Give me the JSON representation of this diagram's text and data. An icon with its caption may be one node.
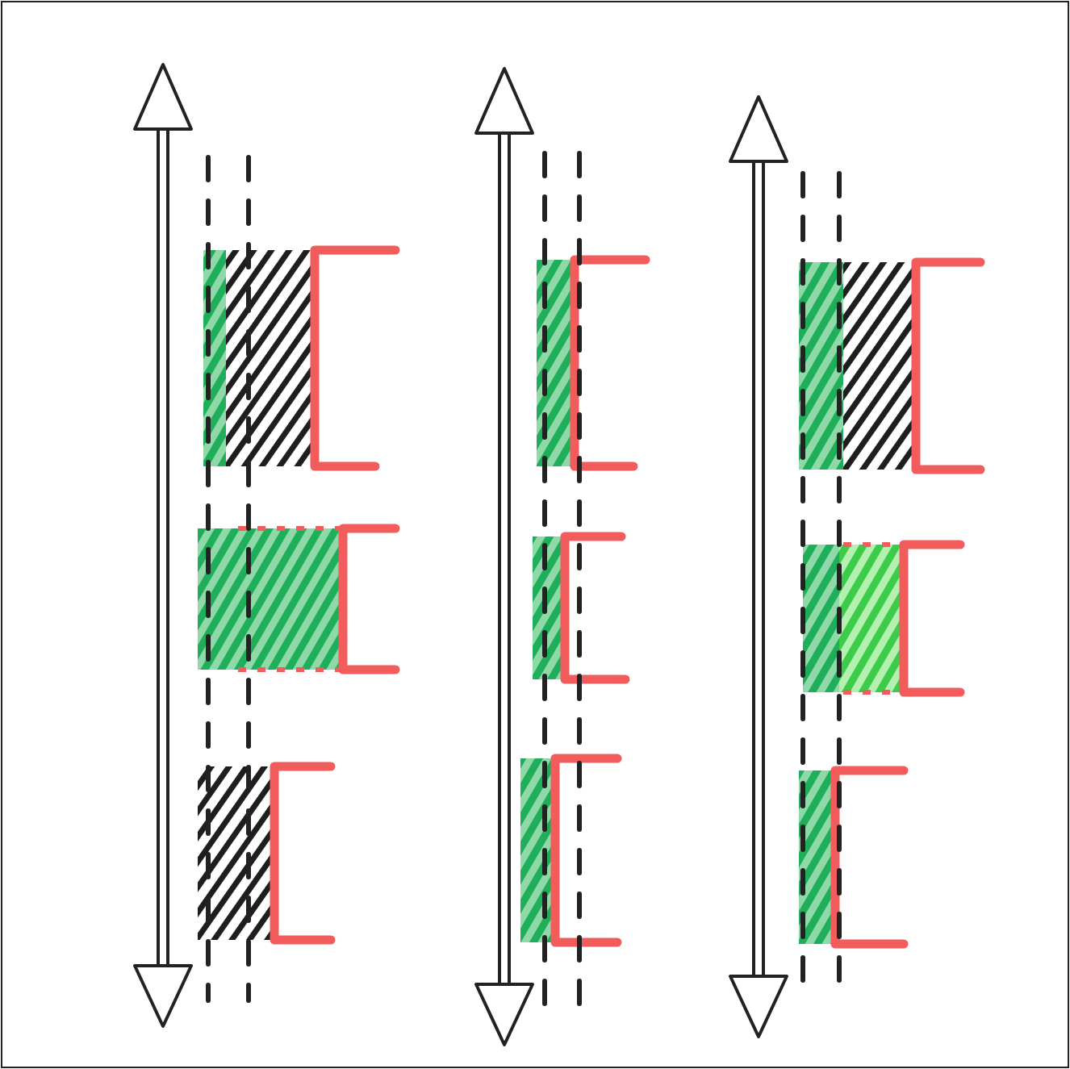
{
  "diagram": {
    "nodes": [
      {
        "text": [],
        "shape": "bar"
      },
      {
        "text": [],
        "shape": "bar"
      },
      {
        "text": [],
        "shape": "bar"
      },
      {
        "text": [],
        "shape": "bar"
      },
      {
        "text": [],
        "shape": "bar"
      },
      {
        "text": [],
        "shape": "bar"
      },
      {
        "text": [],
        "shape": "bar"
      },
      {
        "text": [],
        "shape": "bar"
      },
      {
        "text": [],
        "shape": "bar"
      }
    ]
  }
}
